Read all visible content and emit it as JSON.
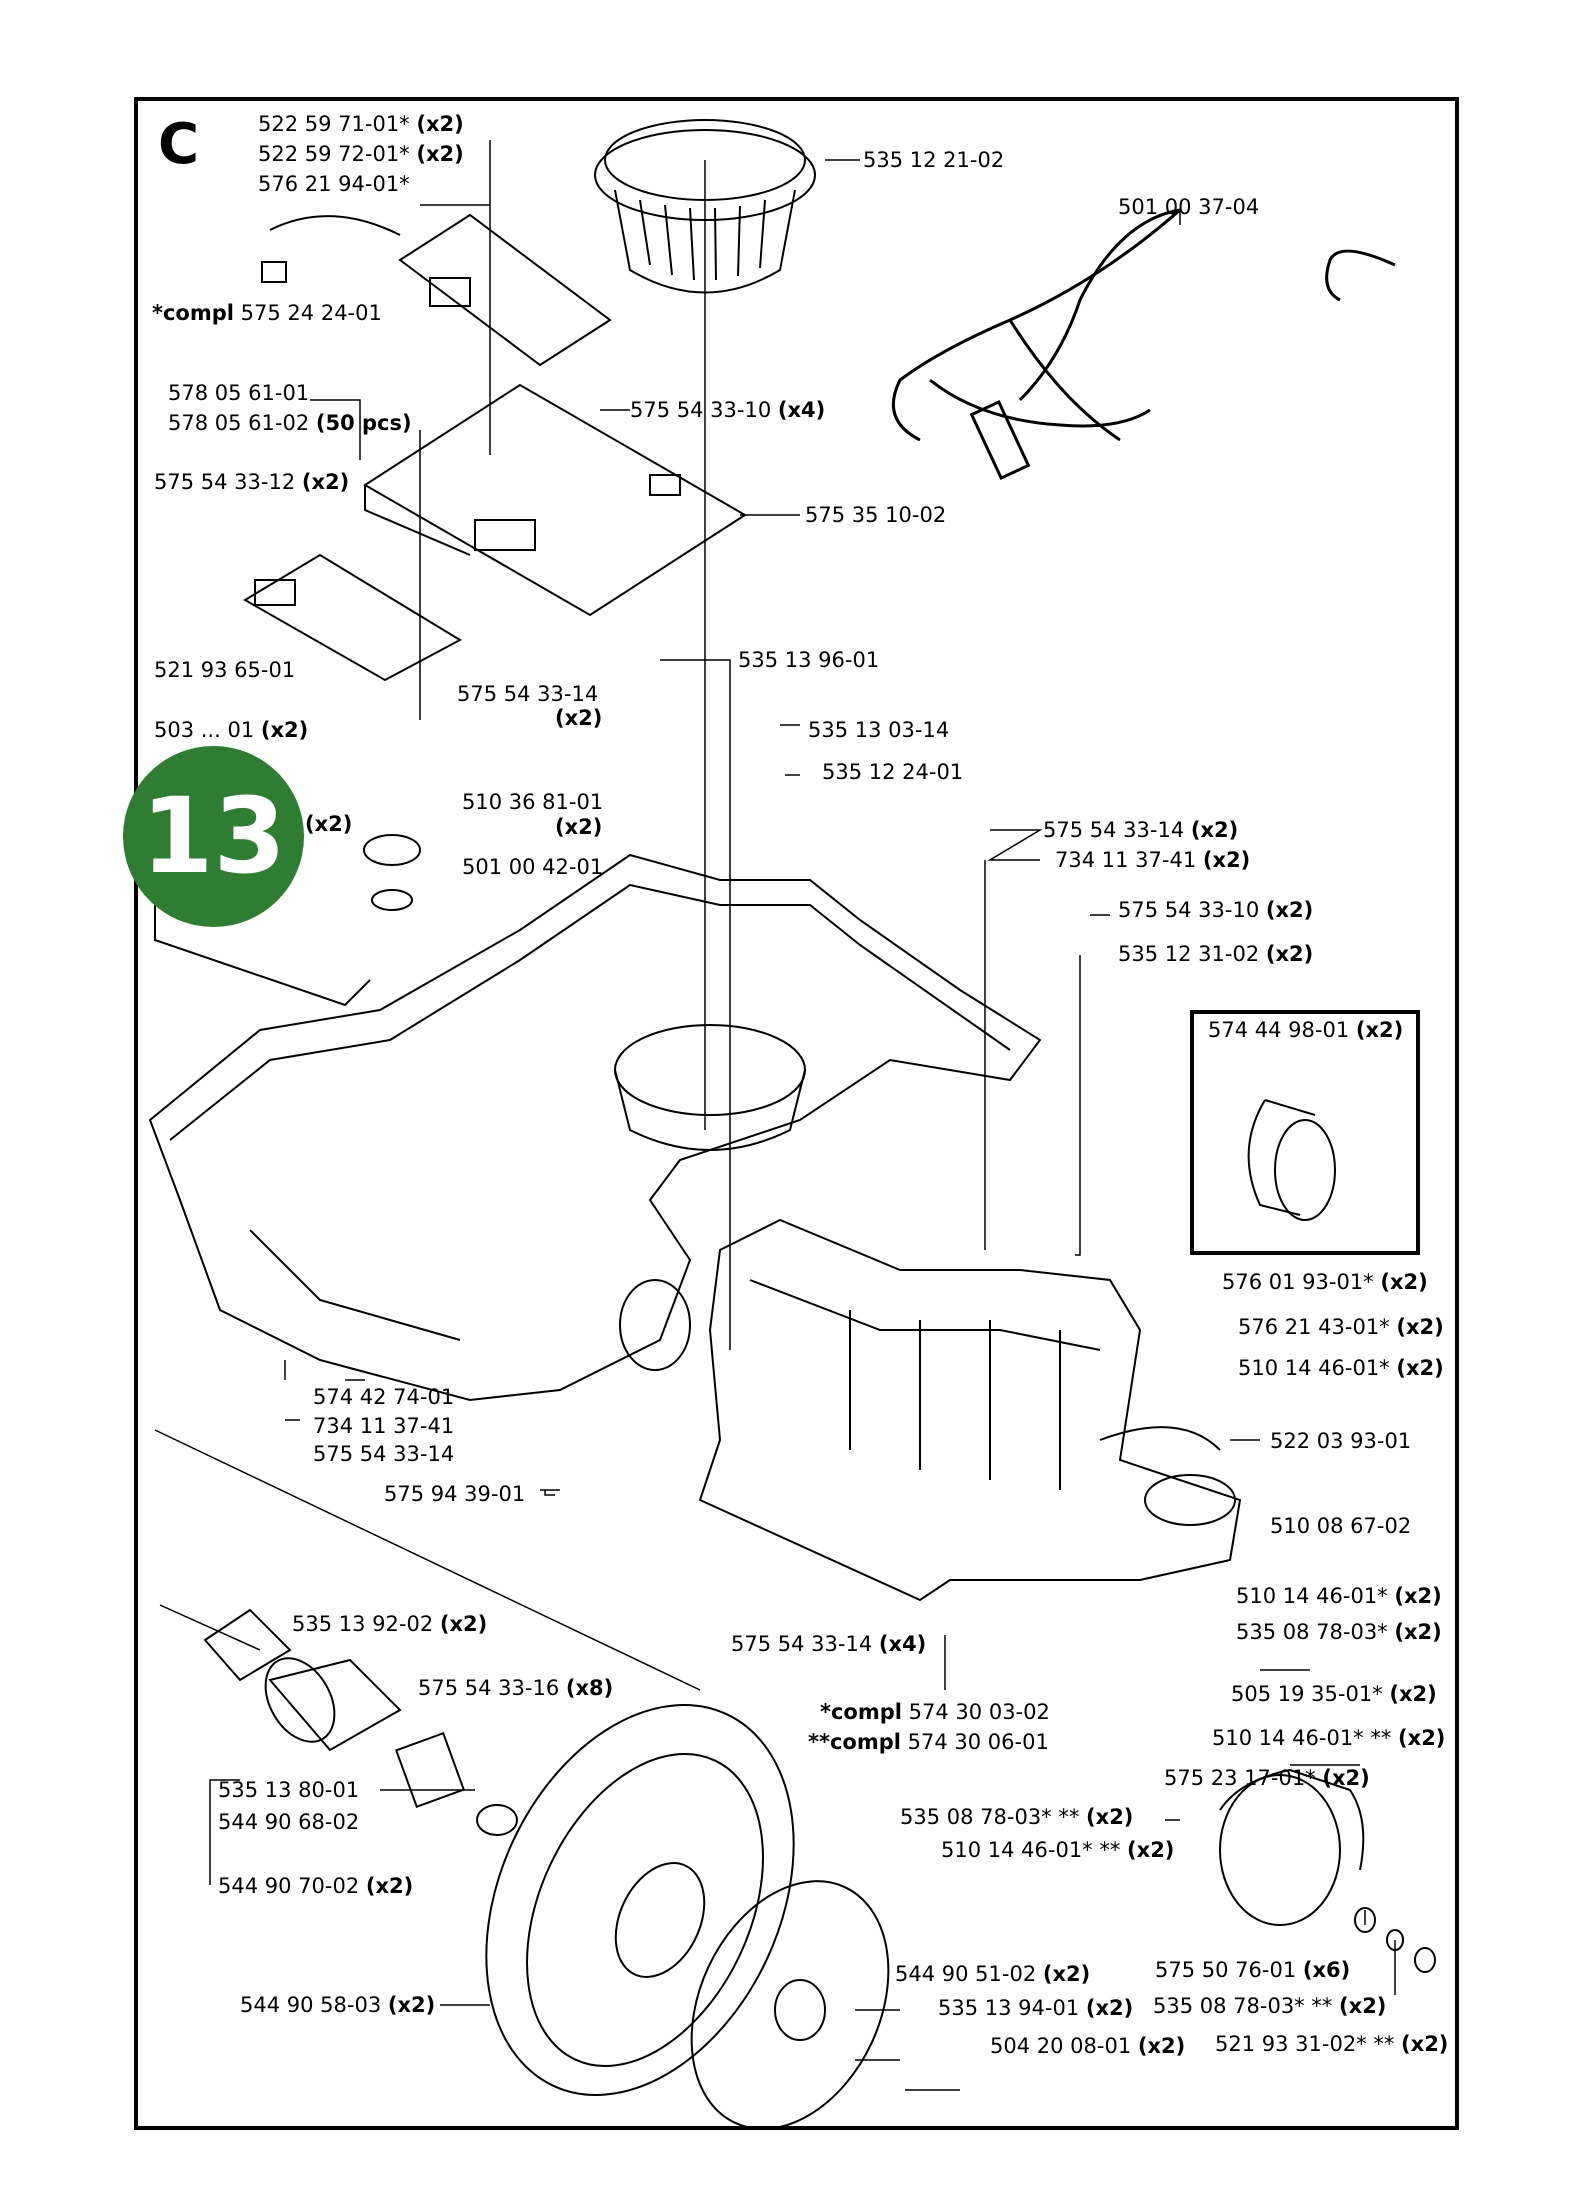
{
  "section_letter": "C",
  "badge_number": "13",
  "colors": {
    "badge": "#2e7d32",
    "line": "#000000"
  },
  "labels": [
    {
      "part": "522 59 71-01*",
      "qty": "(x2)"
    },
    {
      "part": "522 59 72-01*",
      "qty": "(x2)"
    },
    {
      "part": "576 21 94-01*",
      "qty": ""
    },
    {
      "part": "575 24 24-01",
      "qty": "",
      "prefix": "*compl"
    },
    {
      "part": "535 12 21-02",
      "qty": ""
    },
    {
      "part": "501 00 37-04",
      "qty": ""
    },
    {
      "part": "578 05 61-01",
      "qty": ""
    },
    {
      "part": "578 05 61-02",
      "qty": "(50 pcs)"
    },
    {
      "part": "575 54 33-10",
      "qty": "(x4)"
    },
    {
      "part": "575 54 33-12",
      "qty": "(x2)"
    },
    {
      "part": "575 35 10-02",
      "qty": ""
    },
    {
      "part": "521 93 65-01",
      "qty": ""
    },
    {
      "part": "535 13 96-01",
      "qty": ""
    },
    {
      "part": "575 54 33-14",
      "qty": "(x2)"
    },
    {
      "part": "503 ... 01",
      "qty": "(x2)"
    },
    {
      "part": "535 13 03-14",
      "qty": ""
    },
    {
      "part": "535 12 24-01",
      "qty": ""
    },
    {
      "part": "510 36 81-01",
      "qty": "(x2)"
    },
    {
      "part": "(x2)",
      "qty": ""
    },
    {
      "part": "501 00 42-01",
      "qty": ""
    },
    {
      "part": "575 54 33-14",
      "qty": "(x2)"
    },
    {
      "part": "734 11 37-41",
      "qty": "(x2)"
    },
    {
      "part": "575 54 33-10",
      "qty": "(x2)"
    },
    {
      "part": "535 12 31-02",
      "qty": "(x2)"
    },
    {
      "part": "574 44 98-01",
      "qty": "(x2)"
    },
    {
      "part": "576 01 93-01*",
      "qty": "(x2)"
    },
    {
      "part": "576 21 43-01*",
      "qty": "(x2)"
    },
    {
      "part": "510 14 46-01*",
      "qty": "(x2)"
    },
    {
      "part": "574 42 74-01",
      "qty": ""
    },
    {
      "part": "734 11 37-41",
      "qty": ""
    },
    {
      "part": "575 54 33-14",
      "qty": ""
    },
    {
      "part": "522 03 93-01",
      "qty": ""
    },
    {
      "part": "575 94 39-01",
      "qty": ""
    },
    {
      "part": "510 08 67-02",
      "qty": ""
    },
    {
      "part": "510 14 46-01*",
      "qty": "(x2)"
    },
    {
      "part": "535 08 78-03*",
      "qty": "(x2)"
    },
    {
      "part": "535 13 92-02",
      "qty": "(x2)"
    },
    {
      "part": "575 54 33-14",
      "qty": "(x4)"
    },
    {
      "part": "505 19 35-01*",
      "qty": "(x2)"
    },
    {
      "part": "575 54 33-16",
      "qty": "(x8)"
    },
    {
      "part": "574 30 03-02",
      "qty": "",
      "prefix": "*compl"
    },
    {
      "part": "574 30 06-01",
      "qty": "",
      "prefix": "**compl"
    },
    {
      "part": "510 14 46-01* **",
      "qty": "(x2)"
    },
    {
      "part": "575 23 17-01*",
      "qty": "(x2)"
    },
    {
      "part": "535 13 80-01",
      "qty": ""
    },
    {
      "part": "535 08 78-03* **",
      "qty": "(x2)"
    },
    {
      "part": "544 90 68-02",
      "qty": ""
    },
    {
      "part": "510 14 46-01* **",
      "qty": "(x2)"
    },
    {
      "part": "544 90 70-02",
      "qty": "(x2)"
    },
    {
      "part": "575 50 76-01",
      "qty": "(x6)"
    },
    {
      "part": "544 90 51-02",
      "qty": "(x2)"
    },
    {
      "part": "535 08 78-03* **",
      "qty": "(x2)"
    },
    {
      "part": "544 90 58-03",
      "qty": "(x2)"
    },
    {
      "part": "535 13 94-01",
      "qty": "(x2)"
    },
    {
      "part": "504 20 08-01",
      "qty": "(x2)"
    },
    {
      "part": "521 93 31-02* **",
      "qty": "(x2)"
    }
  ]
}
